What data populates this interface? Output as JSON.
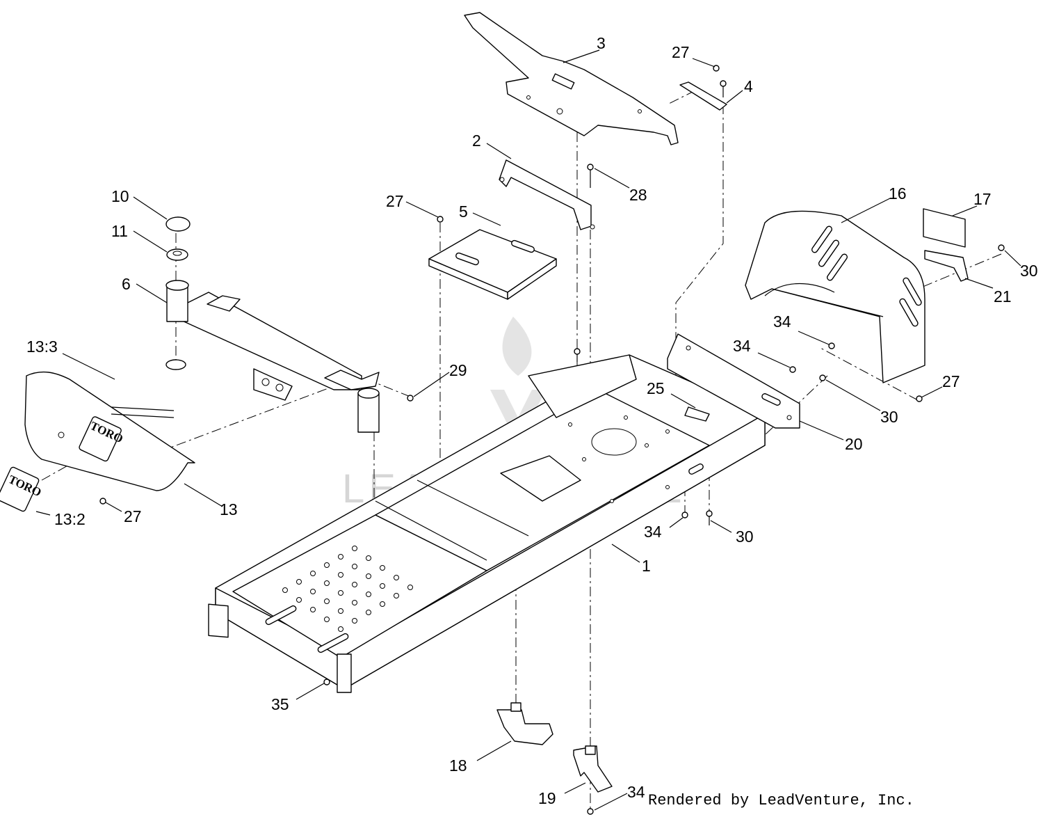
{
  "watermark": "LEADVENTURE",
  "footer": "Rendered by LeadVenture, Inc.",
  "logo_text": "TORO",
  "callouts": {
    "c1": "1",
    "c2": "2",
    "c3": "3",
    "c4": "4",
    "c5": "5",
    "c6": "6",
    "c10": "10",
    "c11": "11",
    "c13": "13",
    "c13_2": "13:2",
    "c13_3": "13:3",
    "c16": "16",
    "c17": "17",
    "c18": "18",
    "c19": "19",
    "c20": "20",
    "c21": "21",
    "c25": "25",
    "c27a": "27",
    "c27b": "27",
    "c27c": "27",
    "c27d": "27",
    "c28": "28",
    "c29": "29",
    "c30a": "30",
    "c30b": "30",
    "c30c": "30",
    "c34a": "34",
    "c34b": "34",
    "c34c": "34",
    "c34d": "34",
    "c35": "35"
  }
}
